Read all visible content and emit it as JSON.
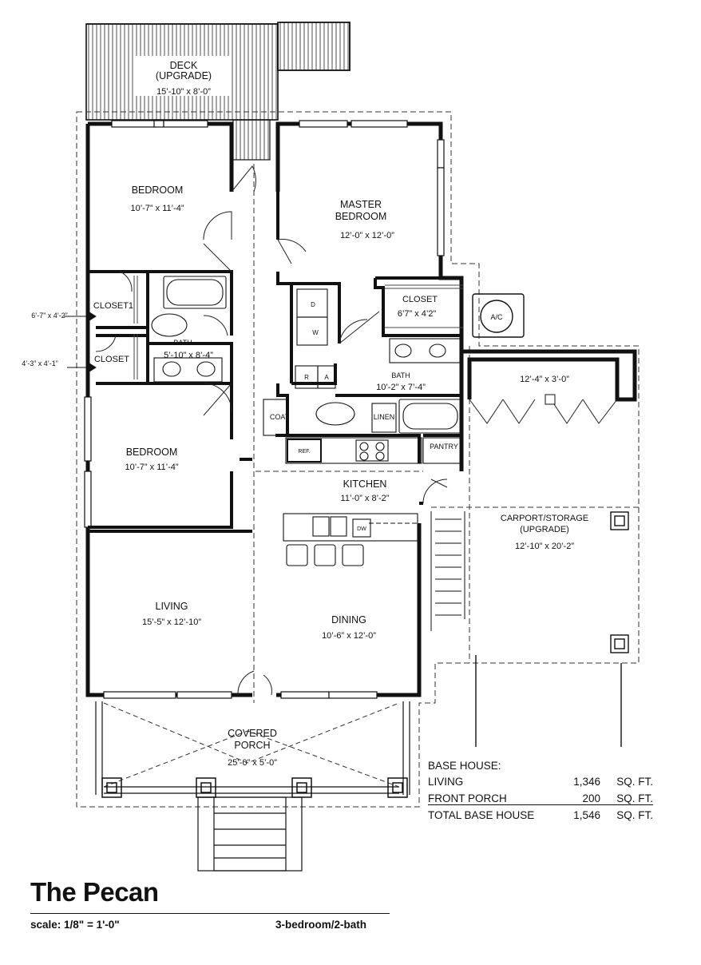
{
  "title": "The Pecan",
  "scale": "scale: 1/8\" = 1'-0\"",
  "configuration": "3-bedroom/2-bath",
  "rooms": {
    "deck": {
      "name": "DECK",
      "sub": "(UPGRADE)",
      "dims": "15’-10” x 8’-0”"
    },
    "bedroom_top": {
      "name": "BEDROOM",
      "dims": "10’-7” x 11’-4”"
    },
    "master": {
      "name1": "MASTER",
      "name2": "BEDROOM",
      "dims": "12’-0” x 12’-0”"
    },
    "closet1": {
      "name": "CLOSET1",
      "dims": "6’-7” x 4’-2”"
    },
    "closet2": {
      "name": "CLOSET",
      "dims": "4’-3” x 4’-1”"
    },
    "bath1": {
      "name": "BATH",
      "dims": "5’-10” x 8’-4”"
    },
    "master_closet": {
      "name": "CLOSET",
      "dims": "6’7” x 4’2”"
    },
    "master_bath": {
      "name": "BATH",
      "dims": "10’-2” x 7’-4”"
    },
    "porch_back": {
      "dims": "12’-4” x 3’-0”"
    },
    "bedroom_bottom": {
      "name": "BEDROOM",
      "dims": "10’-7” x 11’-4”"
    },
    "kitchen": {
      "name": "KITCHEN",
      "dims": "11’-0” x 8’-2”"
    },
    "carport": {
      "name1": "CARPORT/STORAGE",
      "name2": "(UPGRADE)",
      "dims": "12’-10” x 20’-2”"
    },
    "living": {
      "name": "LIVING",
      "dims": "15’-5” x 12’-10”"
    },
    "dining": {
      "name": "DINING",
      "dims": "10’-6” x 12’-0”"
    },
    "porch": {
      "name1": "COVERED",
      "name2": "PORCH",
      "dims": "25’-0” x 5’-0”"
    }
  },
  "fixtures": {
    "coat": "COAT",
    "linen": "LINEN",
    "pantry": "PANTRY",
    "ref": "REF.",
    "dw": "DW",
    "dryer": "D",
    "washer": "W",
    "r": "R",
    "a": "A",
    "ac": "A/C"
  },
  "areas": {
    "heading": "BASE HOUSE:",
    "rows": [
      {
        "label": "LIVING",
        "value": "1,346",
        "unit": "SQ. FT."
      },
      {
        "label": "FRONT PORCH",
        "value": "200",
        "unit": "SQ. FT."
      },
      {
        "label": "TOTAL BASE HOUSE",
        "value": "1,546",
        "unit": "SQ. FT."
      }
    ]
  }
}
